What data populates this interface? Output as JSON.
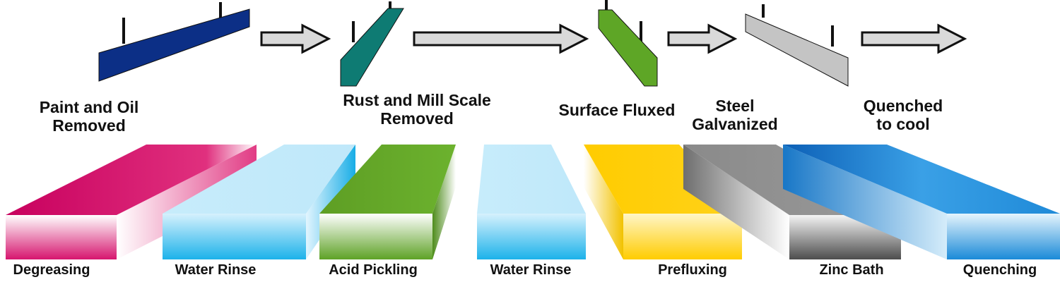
{
  "steps": [
    {
      "line1": "Paint and Oil",
      "line2": "Removed"
    },
    {
      "line1": "Rust and Mill Scale",
      "line2": "Removed"
    },
    {
      "line1": "Surface Fluxed",
      "line2": ""
    },
    {
      "line1": "Steel",
      "line2": "Galvanized"
    },
    {
      "line1": "Quenched",
      "line2": "to cool"
    }
  ],
  "tanks": [
    {
      "label": "Degreasing",
      "color": "#d6156e"
    },
    {
      "label": "Water Rinse",
      "color": "#7fd3f3"
    },
    {
      "label": "Acid Pickling",
      "color": "#5ea226"
    },
    {
      "label": "Water Rinse",
      "color": "#7fd3f3"
    },
    {
      "label": "Prefluxing",
      "color": "#ffcc00"
    },
    {
      "label": "Zinc Bath",
      "color": "#6b6b6b"
    },
    {
      "label": "Quenching",
      "color": "#1a7fd0"
    }
  ],
  "steel_colors": [
    "#0c2f86",
    "#0e7b73",
    "#5ea626",
    "#c4c4c4"
  ]
}
